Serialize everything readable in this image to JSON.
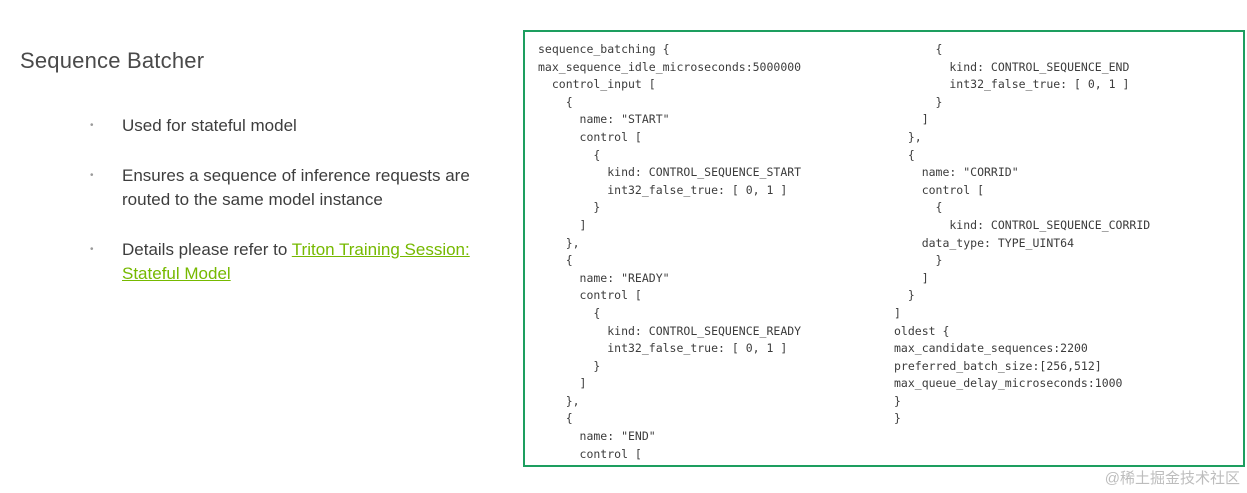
{
  "slide": {
    "title": "Sequence Batcher",
    "bullet_marker": "•",
    "bullet1": "Used for stateful model",
    "bullet2": "Ensures a sequence of inference requests are routed to the same model instance",
    "bullet3_prefix": "Details please refer to ",
    "bullet3_link": "Triton Training Session: Stateful Model"
  },
  "code": {
    "left": "sequence_batching {\nmax_sequence_idle_microseconds:5000000\n  control_input [\n    {\n      name: \"START\"\n      control [\n        {\n          kind: CONTROL_SEQUENCE_START\n          int32_false_true: [ 0, 1 ]\n        }\n      ]\n    },\n    {\n      name: \"READY\"\n      control [\n        {\n          kind: CONTROL_SEQUENCE_READY\n          int32_false_true: [ 0, 1 ]\n        }\n      ]\n    },\n    {\n      name: \"END\"\n      control [",
    "right": "      {\n        kind: CONTROL_SEQUENCE_END\n        int32_false_true: [ 0, 1 ]\n      }\n    ]\n  },\n  {\n    name: \"CORRID\"\n    control [\n      {\n        kind: CONTROL_SEQUENCE_CORRID\n    data_type: TYPE_UINT64\n      }\n    ]\n  }\n]\noldest {\nmax_candidate_sequences:2200\npreferred_batch_size:[256,512]\nmax_queue_delay_microseconds:1000\n}\n}"
  },
  "watermark": "@稀土掘金技术社区",
  "colors": {
    "accent_green": "#76b900",
    "code_border_green": "#1d9e5f",
    "title_gray": "#4a4a4a",
    "body_text": "#3d3d3d",
    "watermark_gray": "#bdbdbd"
  }
}
